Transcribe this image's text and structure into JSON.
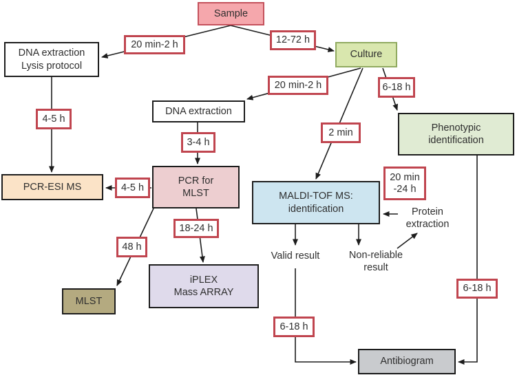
{
  "diagram": {
    "nodes": {
      "sample": "Sample",
      "dna_extraction_lysis": "DNA extraction\nLysis protocol",
      "culture": "Culture",
      "dna_extraction": "DNA extraction",
      "phenotypic_identification": "Phenotypic\nidentification",
      "pcr_esi_ms": "PCR-ESI MS",
      "pcr_for_mlst": "PCR for\nMLST",
      "maldi_tof_ms": "MALDI-TOF MS:\nidentification",
      "iplex_mass_array": "iPLEX\nMass ARRAY",
      "mlst": "MLST",
      "antibiogram": "Antibiogram",
      "valid_result": "Valid result",
      "non_reliable_result": "Non-reliable\nresult",
      "protein_extraction": "Protein\nextraction"
    },
    "time_labels": {
      "sample_to_dna_lysis": "20 min-2 h",
      "sample_to_culture": "12-72 h",
      "culture_to_dna_extraction": "20 min-2 h",
      "culture_to_phenotypic": "6-18 h",
      "culture_to_maldi": "2 min",
      "dna_lysis_to_pcr_esi": "4-5 h",
      "dna_extraction_to_pcr_mlst": "3-4 h",
      "pcr_mlst_to_pcr_esi": "4-5 h",
      "pcr_mlst_to_iplex": "18-24 h",
      "pcr_mlst_to_mlst": "48 h",
      "maldi_protein_extraction": "20 min\n-24 h",
      "valid_result_to_antibiogram": "6-18 h",
      "phenotypic_to_antibiogram": "6-18 h"
    },
    "colors": {
      "sample_fill": "#f5a7ac",
      "sample_border": "#c4515c",
      "time_label_border": "#c0454f",
      "culture_fill": "#d9e7ae",
      "culture_border": "#90aa60",
      "phenotypic_fill": "#e0ebd3",
      "pcr_esi_fill": "#fbe3c7",
      "pcr_mlst_fill": "#edced0",
      "maldi_fill": "#cde5f0",
      "iplex_fill": "#dfdaeb",
      "mlst_fill": "#b4aa80",
      "antibiogram_fill": "#c9cbce",
      "box_border": "#1c1c1c",
      "line": "#1c1c1c",
      "text": "#2e2e2e"
    }
  }
}
